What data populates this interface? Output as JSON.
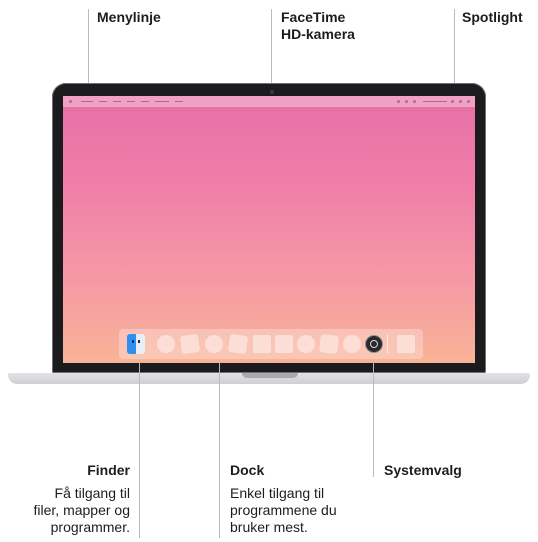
{
  "callouts": {
    "menubar": {
      "title": "Menylinje"
    },
    "camera": {
      "title_line1": "FaceTime",
      "title_line2": "HD-kamera"
    },
    "spotlight": {
      "title": "Spotlight"
    },
    "finder": {
      "title": "Finder",
      "desc_line1": "Få tilgang til",
      "desc_line2": "filer, mapper og",
      "desc_line3": "programmer."
    },
    "dock": {
      "title": "Dock",
      "desc_line1": "Enkel tilgang til",
      "desc_line2": "programmene du",
      "desc_line3": "bruker mest."
    },
    "systemprefs": {
      "title": "Systemvalg"
    }
  },
  "icons": {
    "finder": "finder-icon",
    "system_preferences": "gear-icon",
    "spotlight": "search-icon"
  },
  "colors": {
    "wallpaper_top": "#e76fa7",
    "wallpaper_bottom": "#f8b497",
    "leader_line": "#b9b9be"
  }
}
